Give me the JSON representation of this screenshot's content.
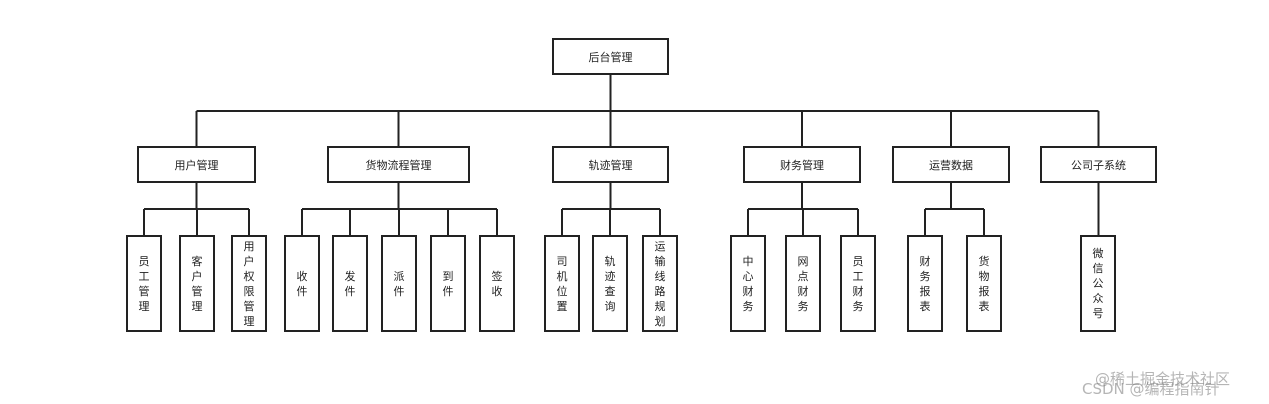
{
  "root": {
    "label": "后台管理"
  },
  "modules": [
    {
      "label": "用户管理",
      "children": [
        "员工管理",
        "客户管理",
        "用户权限管理"
      ]
    },
    {
      "label": "货物流程管理",
      "children": [
        "收件",
        "发件",
        "派件",
        "到件",
        "签收"
      ]
    },
    {
      "label": "轨迹管理",
      "children": [
        "司机位置",
        "轨迹查询",
        "运输线路规划"
      ]
    },
    {
      "label": "财务管理",
      "children": [
        "中心财务",
        "网点财务",
        "员工财务"
      ]
    },
    {
      "label": "运营数据",
      "children": [
        "财务报表",
        "货物报表"
      ]
    },
    {
      "label": "公司子系统",
      "children": [
        "微信公众号"
      ]
    }
  ],
  "watermark": {
    "line1": "@稀土掘金技术社区",
    "line2": "CSDN @编程指南针"
  },
  "colors": {
    "line": "#222222",
    "box_border": "#222222"
  }
}
